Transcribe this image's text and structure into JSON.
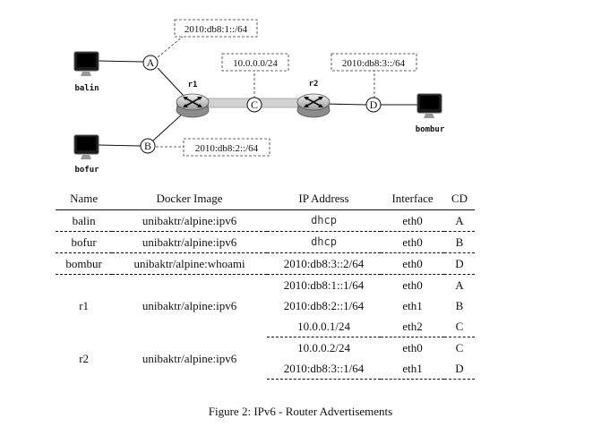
{
  "diagram": {
    "hosts": [
      {
        "id": "balin",
        "label": "balin"
      },
      {
        "id": "bofur",
        "label": "bofur"
      },
      {
        "id": "bombur",
        "label": "bombur"
      }
    ],
    "routers": [
      {
        "id": "r1",
        "label": "r1"
      },
      {
        "id": "r2",
        "label": "r2"
      }
    ],
    "interfaces": [
      "A",
      "B",
      "C",
      "D"
    ],
    "networks": [
      {
        "iface": "A",
        "label": "2010:db8:1::/64"
      },
      {
        "iface": "B",
        "label": "2010:db8:2::/64"
      },
      {
        "iface": "C",
        "label": "10.0.0.0/24"
      },
      {
        "iface": "D",
        "label": "2010:db8:3::/64"
      }
    ]
  },
  "table": {
    "headers": [
      "Name",
      "Docker Image",
      "IP Address",
      "Interface",
      "CD"
    ],
    "rows": [
      {
        "name": "balin",
        "image": "unibaktr/alpine:ipv6",
        "ip": "dhcp",
        "iface": "eth0",
        "cd": "A"
      },
      {
        "name": "bofur",
        "image": "unibaktr/alpine:ipv6",
        "ip": "dhcp",
        "iface": "eth0",
        "cd": "B"
      },
      {
        "name": "bombur",
        "image": "unibaktr/alpine:whoami",
        "ip": "2010:db8:3::2/64",
        "iface": "eth0",
        "cd": "D"
      },
      {
        "name": "r1",
        "image": "unibaktr/alpine:ipv6",
        "ip": "2010:db8:1::1/64",
        "iface": "eth0",
        "cd": "A"
      },
      {
        "ip": "2010:db8:2::1/64",
        "iface": "eth1",
        "cd": "B"
      },
      {
        "ip": "10.0.0.1/24",
        "iface": "eth2",
        "cd": "C"
      },
      {
        "name": "r2",
        "image": "unibaktr/alpine:ipv6",
        "ip": "10.0.0.2/24",
        "iface": "eth0",
        "cd": "C"
      },
      {
        "ip": "2010:db8:3::1/64",
        "iface": "eth1",
        "cd": "D"
      }
    ]
  },
  "caption": "Figure 2: IPv6 - Router Advertisements"
}
